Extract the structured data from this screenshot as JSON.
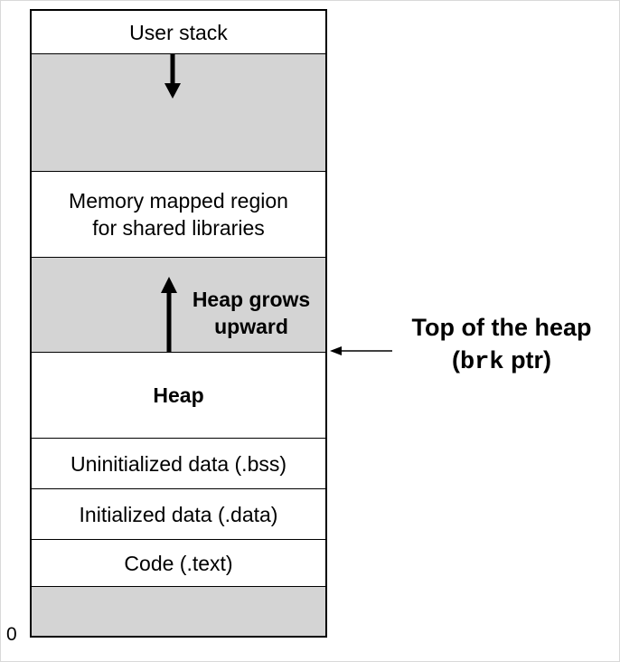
{
  "segments": [
    {
      "label": "User stack",
      "shaded": false
    },
    {
      "label": "",
      "shaded": true
    },
    {
      "label": "Memory mapped region",
      "label2": "for shared libraries",
      "shaded": false
    },
    {
      "label": "",
      "shaded": true
    },
    {
      "label": "Heap",
      "shaded": false,
      "bold": true
    },
    {
      "label": "Uninitialized data (.bss)",
      "shaded": false
    },
    {
      "label": "Initialized data (.data)",
      "shaded": false
    },
    {
      "label": "Code (.text)",
      "shaded": false
    },
    {
      "label": "",
      "shaded": true
    }
  ],
  "heap_growth": {
    "line1": "Heap grows",
    "line2": "upward"
  },
  "top_of_heap": {
    "line1": "Top of the heap",
    "open": "(",
    "code": "brk",
    "rest": " ptr)"
  },
  "address_zero": "0"
}
